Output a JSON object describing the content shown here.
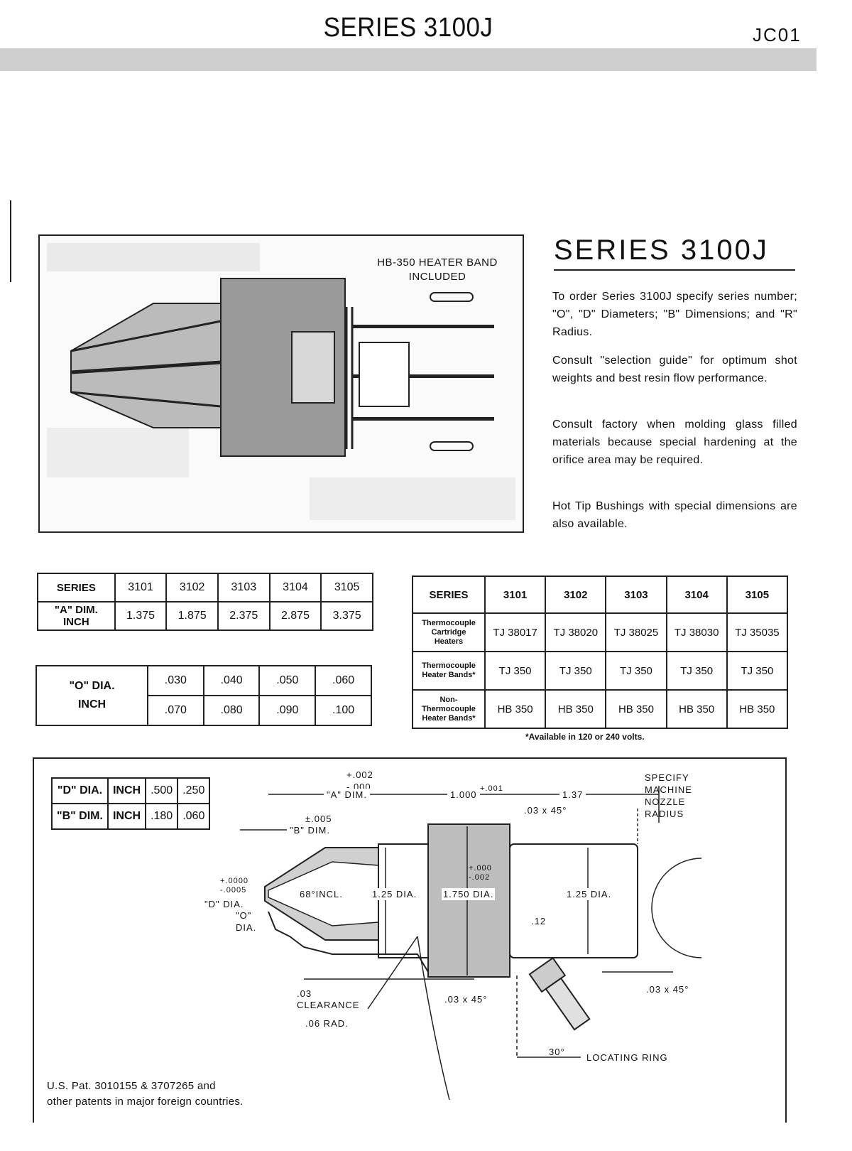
{
  "header": {
    "title": "SERIES  3100J",
    "code": "JC01"
  },
  "figure": {
    "caption_line1": "HB-350 HEATER BAND",
    "caption_line2": "INCLUDED"
  },
  "side": {
    "title": "SERIES  3100J",
    "paragraphs": [
      "To order Series 3100J specify series number; \"O\", \"D\" Diameters; \"B\" Dimensions; and \"R\" Radius.",
      "Consult \"selection guide\" for optimum shot weights and best resin flow performance.",
      "Consult factory when molding glass filled materials because special hardening at the orifice area may be required.",
      "Hot Tip Bushings with special dimensions are also available."
    ]
  },
  "series_table": {
    "row1_head": "SERIES",
    "series": [
      "3101",
      "3102",
      "3103",
      "3104",
      "3105"
    ],
    "row2_head_line1": "\"A\" DIM.",
    "row2_head_line2": "INCH",
    "a_dims": [
      "1.375",
      "1.875",
      "2.375",
      "2.875",
      "3.375"
    ]
  },
  "o_table": {
    "head_line1": "\"O\" DIA.",
    "head_line2": "INCH",
    "row1": [
      ".030",
      ".040",
      ".050",
      ".060"
    ],
    "row2": [
      ".070",
      ".080",
      ".090",
      ".100"
    ]
  },
  "heater_table": {
    "head": "SERIES",
    "series": [
      "3101",
      "3102",
      "3103",
      "3104",
      "3105"
    ],
    "rows": [
      {
        "label_lines": [
          "Thermocouple",
          "Cartridge",
          "Heaters"
        ],
        "values": [
          "TJ 38017",
          "TJ 38020",
          "TJ 38025",
          "TJ 38030",
          "TJ 35035"
        ]
      },
      {
        "label_lines": [
          "Thermocouple",
          "Heater Bands*"
        ],
        "values": [
          "TJ 350",
          "TJ 350",
          "TJ 350",
          "TJ 350",
          "TJ 350"
        ]
      },
      {
        "label_lines": [
          "Non-",
          "Thermocouple",
          "Heater Bands*"
        ],
        "values": [
          "HB 350",
          "HB 350",
          "HB 350",
          "HB 350",
          "HB 350"
        ]
      }
    ],
    "footnote": "*Available in 120 or 240 volts."
  },
  "dim_table": {
    "rows": [
      {
        "label": "\"D\" DIA.",
        "unit": "INCH",
        "v1": ".500",
        "v2": ".250"
      },
      {
        "label": "\"B\" DIM.",
        "unit": "INCH",
        "v1": ".180",
        "v2": ".060"
      }
    ]
  },
  "drawing": {
    "a_tol_plus": "+.002",
    "a_tol_minus": "-.000",
    "a_dim": "\"A\" DIM.",
    "len_1000": "1.000",
    "len_1000_tol": "+.001",
    "len_137": "1.37",
    "chamfer_top": ".03 x 45°",
    "b_tol": "±.005",
    "b_dim": "\"B\" DIM.",
    "nozzle_radius": [
      "SPECIFY",
      "MACHINE",
      "NOZZLE",
      "RADIUS"
    ],
    "d_tol": [
      "+.0000",
      "-.0005"
    ],
    "d_dia": "\"D\" DIA.",
    "o_dia_line1": "\"O\"",
    "o_dia_line2": "DIA.",
    "incl_angle": "68°INCL.",
    "dia_125_left": "1.25 DIA.",
    "dia_1750": "1.750 DIA.",
    "dia_1750_tol": [
      "+.000",
      "-.002"
    ],
    "dia_125_right": "1.25 DIA.",
    "dim_012": ".12",
    "clearance_val": ".03",
    "clearance": "CLEARANCE",
    "rad_006": ".06 RAD.",
    "chamfer_mid": ".03 x 45°",
    "chamfer_right": ".03 x 45°",
    "angle_30": "30°",
    "locating_ring": "LOCATING RING"
  },
  "patent": {
    "line1": "U.S. Pat. 3010155 & 3707265 and",
    "line2": "other patents in major foreign countries."
  }
}
